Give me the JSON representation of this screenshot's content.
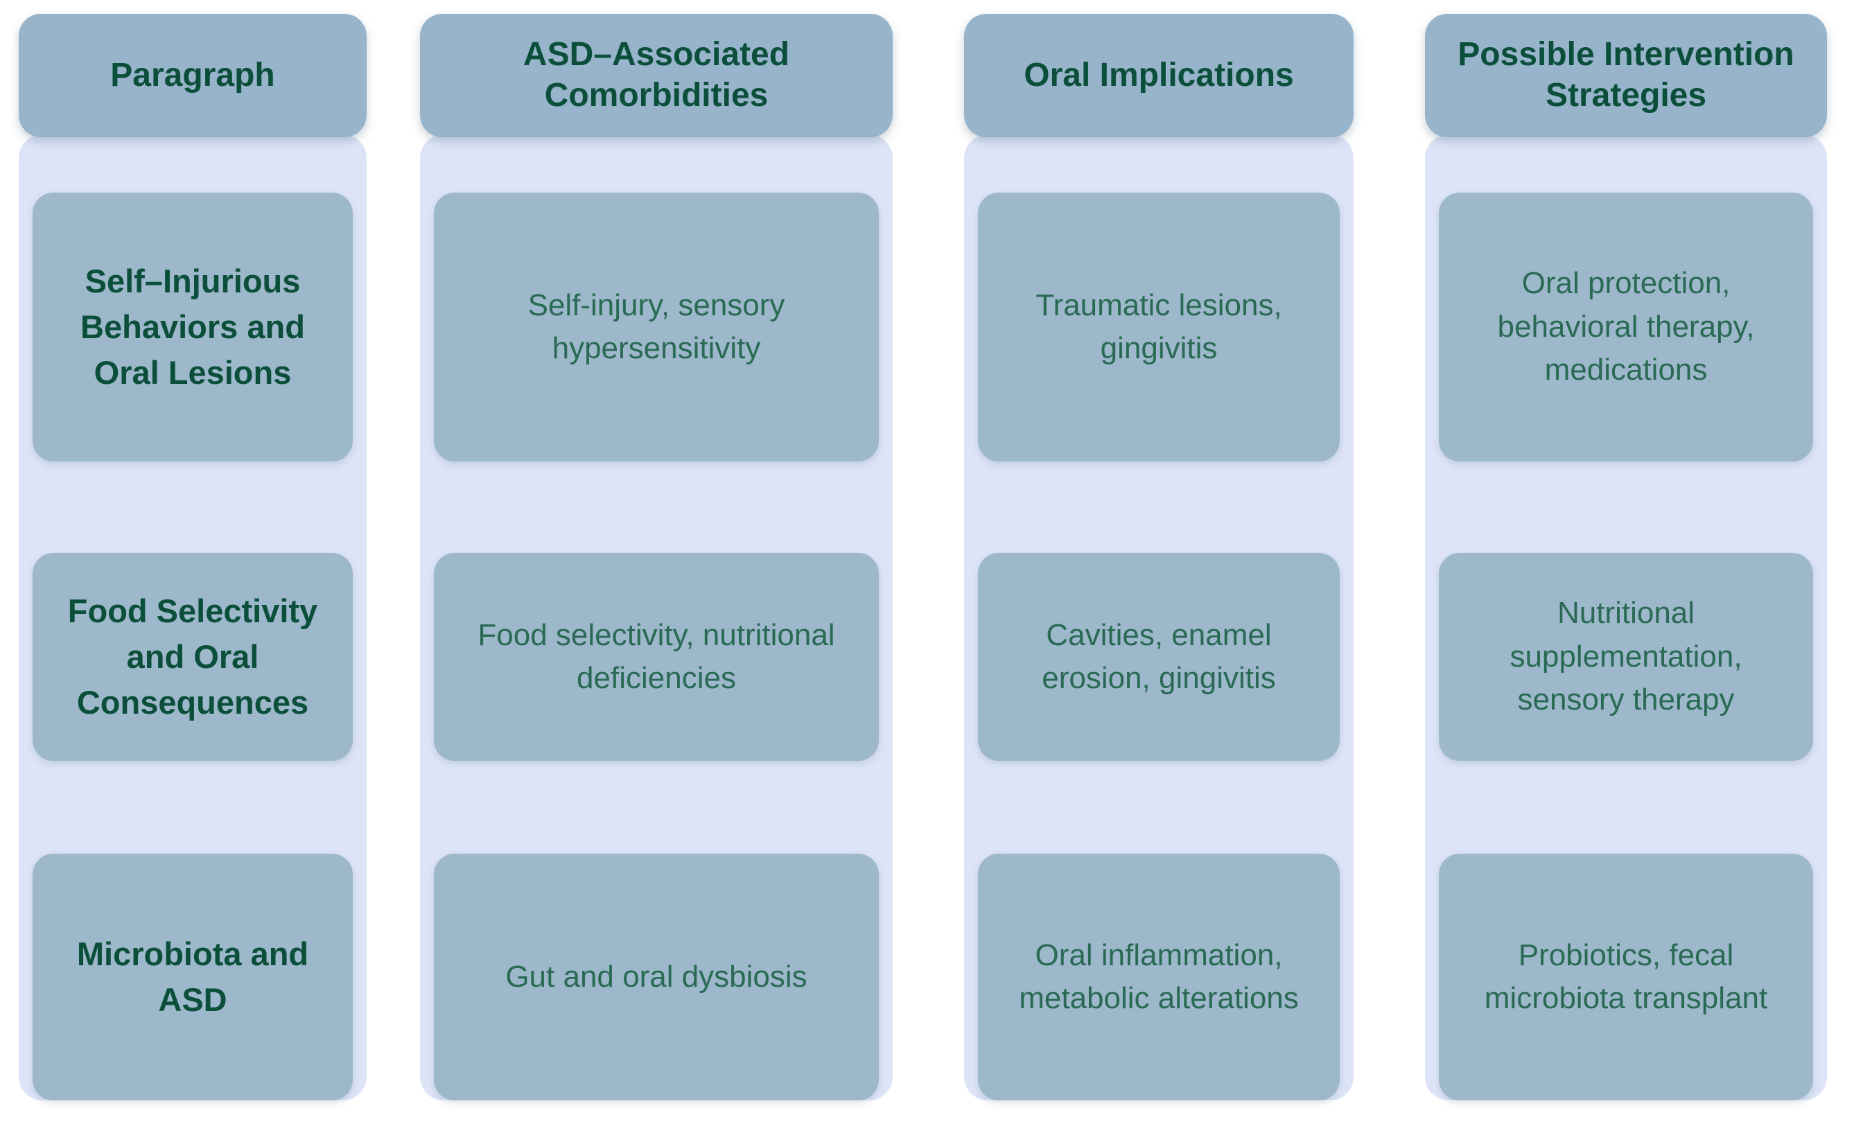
{
  "page": {
    "background": "#ffffff"
  },
  "colors": {
    "header_bg": "#97b4cb",
    "card_bg": "#9cb8ca",
    "column_bg": "#dde4f7",
    "header_text": "#0b4f3b",
    "cell_text": "#2a6a54",
    "page_bg": "#ffffff"
  },
  "table": {
    "columns": [
      {
        "id": "paragraph",
        "header": "Paragraph",
        "cells": [
          "Self–Injurious Behaviors and Oral Lesions",
          "Food Selectivity and Oral Consequences",
          "Microbiota and ASD"
        ]
      },
      {
        "id": "asd-associated-comorbidities",
        "header": "ASD–Associated Comorbidities",
        "cells": [
          "Self-injury, sensory hypersensitivity",
          "Food selectivity, nutritional deficiencies",
          "Gut and oral dysbiosis"
        ]
      },
      {
        "id": "oral-implications",
        "header": "Oral Implications",
        "cells": [
          "Traumatic lesions, gingivitis",
          "Cavities, enamel erosion, gingivitis",
          "Oral inflammation, metabolic alterations"
        ]
      },
      {
        "id": "possible-intervention-strategies",
        "header": "Possible Intervention Strategies",
        "cells": [
          "Oral protection, behavioral therapy, medications",
          "Nutritional supplementation, sensory therapy",
          "Probiotics, fecal microbiota transplant"
        ]
      }
    ]
  },
  "chart_data": {
    "type": "table",
    "columns": [
      "Paragraph",
      "ASD–Associated Comorbidities",
      "Oral Implications",
      "Possible Intervention Strategies"
    ],
    "rows": [
      [
        "Self–Injurious Behaviors and Oral Lesions",
        "Self-injury, sensory hypersensitivity",
        "Traumatic lesions, gingivitis",
        "Oral protection, behavioral therapy, medications"
      ],
      [
        "Food Selectivity and Oral Consequences",
        "Food selectivity, nutritional deficiencies",
        "Cavities, enamel erosion, gingivitis",
        "Nutritional supplementation, sensory therapy"
      ],
      [
        "Microbiota and ASD",
        "Gut and oral dysbiosis",
        "Oral inflammation, metabolic alterations",
        "Probiotics, fecal microbiota transplant"
      ]
    ]
  }
}
